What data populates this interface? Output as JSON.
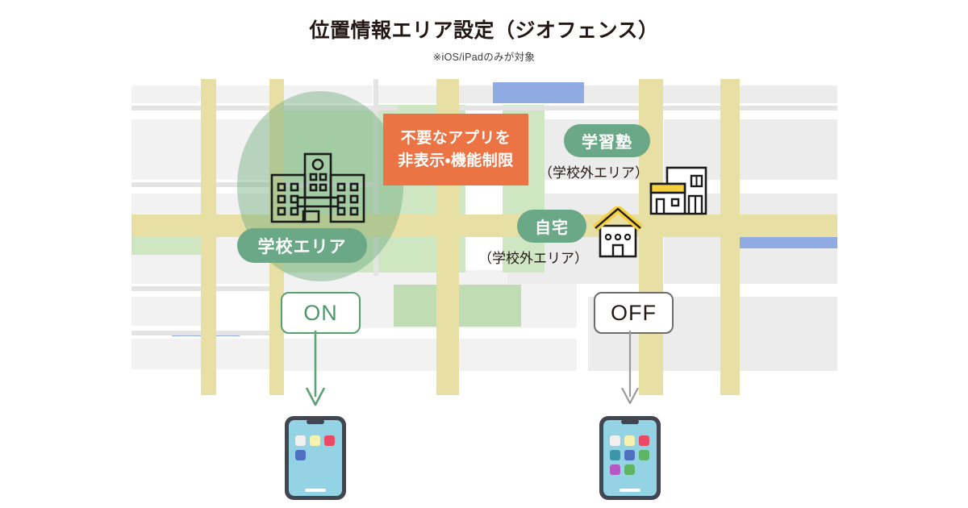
{
  "header": {
    "title": "位置情報エリア設定（ジオフェンス）",
    "subtitle": "※iOS/iPadのみが対象"
  },
  "map": {
    "callout": {
      "line1": "不要なアプリを",
      "line2": "非表示・機能制限",
      "color": "#ec7444"
    },
    "zones": [
      {
        "id": "school",
        "pill_label": "学校エリア",
        "sub_label": "",
        "icon": "school-building-icon",
        "geofence": true,
        "pill_color": "#6aa887",
        "geofence_color": "rgba(111,173,126,0.45)"
      },
      {
        "id": "juku",
        "pill_label": "学習塾",
        "sub_label": "（学校外エリア）",
        "icon": "cram-school-building-icon",
        "geofence": false,
        "pill_color": "#6aa887"
      },
      {
        "id": "home",
        "pill_label": "自宅",
        "sub_label": "（学校外エリア）",
        "icon": "house-icon",
        "geofence": false,
        "pill_color": "#6aa887"
      }
    ],
    "toggles": [
      {
        "id": "on",
        "label": "ON",
        "color": "#4e9769",
        "border": "#56a06e"
      },
      {
        "id": "off",
        "label": "OFF",
        "color": "#231815",
        "border": "#6d6d6d"
      }
    ]
  },
  "devices": [
    {
      "id": "restricted",
      "arrow_color": "#5da272",
      "screen_color": "#93d3e4",
      "frame_color": "#414650",
      "app_rows": [
        [
          "#f0f0f0",
          "#f5f1ae",
          "#ea4a63"
        ],
        [
          "#4f6fc0"
        ]
      ]
    },
    {
      "id": "unrestricted",
      "arrow_color": "#9a9a9a",
      "screen_color": "#93d3e4",
      "frame_color": "#414650",
      "app_rows": [
        [
          "#f0f0f0",
          "#f5f1ae",
          "#ea4a63"
        ],
        [
          "#3f95a8",
          "#4f6fc0",
          "#5fb566"
        ],
        [
          "#b558c4",
          "#5fb566"
        ]
      ]
    }
  ]
}
